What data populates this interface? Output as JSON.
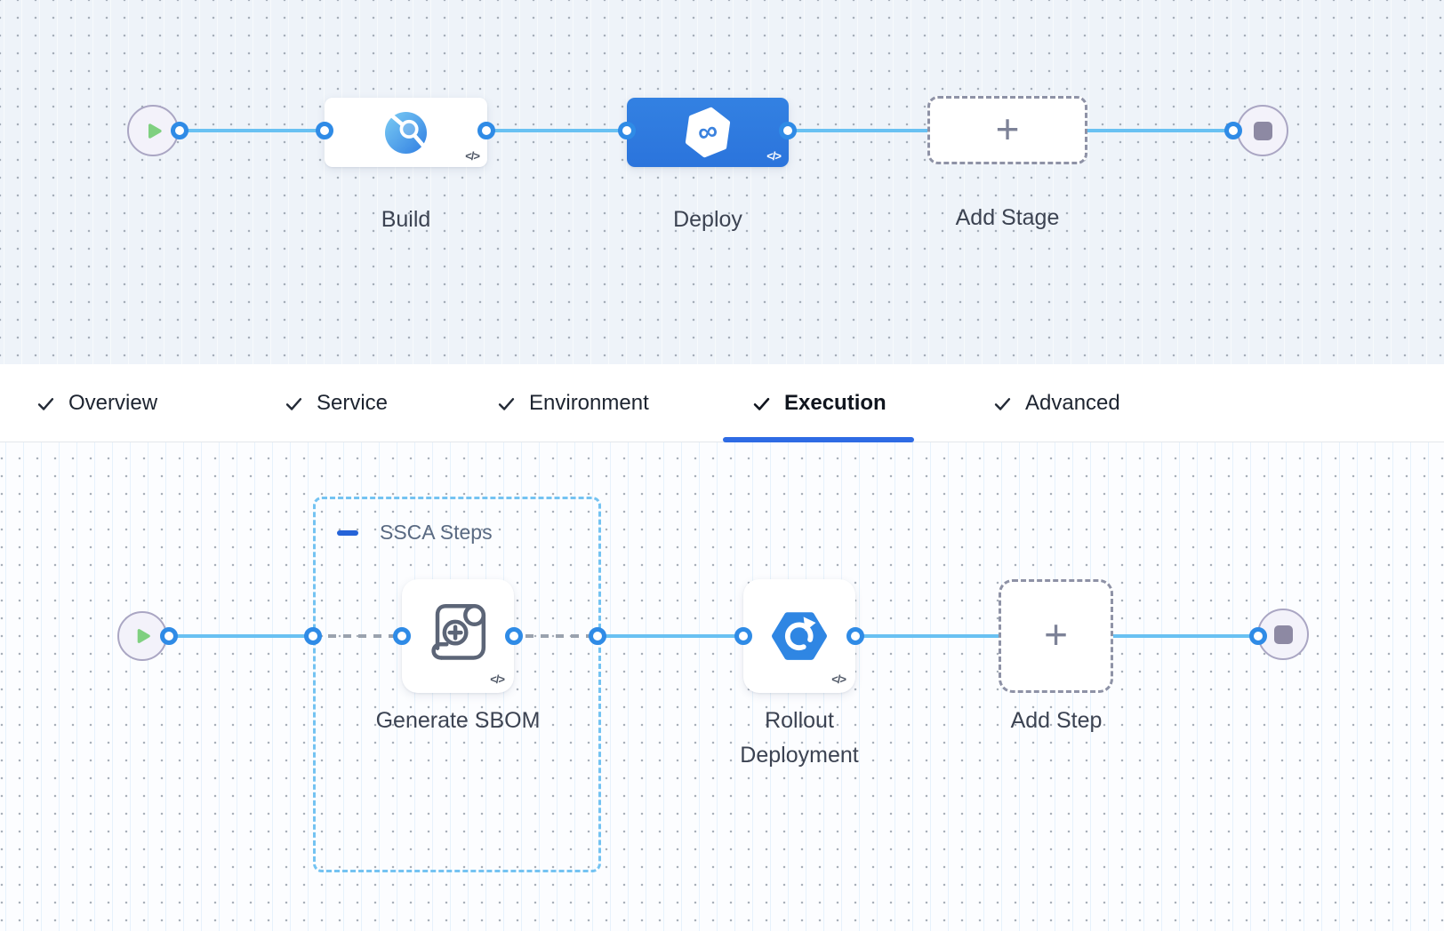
{
  "stage_pipeline": {
    "stages": [
      {
        "label": "Build"
      },
      {
        "label": "Deploy"
      }
    ],
    "add_stage_label": "Add Stage"
  },
  "tabs": {
    "items": [
      {
        "label": "Overview",
        "checked": true,
        "active": false
      },
      {
        "label": "Service",
        "checked": true,
        "active": false
      },
      {
        "label": "Environment",
        "checked": true,
        "active": false
      },
      {
        "label": "Execution",
        "checked": true,
        "active": true
      },
      {
        "label": "Advanced",
        "checked": true,
        "active": false
      }
    ]
  },
  "execution_pipeline": {
    "group_label": "SSCA Steps",
    "steps": [
      {
        "label": "Generate SBOM"
      },
      {
        "label": "Rollout Deployment"
      }
    ],
    "add_step_label": "Add Step"
  },
  "badges": {
    "code": "</>"
  },
  "glyphs": {
    "plus": "+",
    "infinity": "∞"
  },
  "colors": {
    "accent": "#2e6be4",
    "node-blue": "#2f7bdf",
    "line-blue": "#69c1f2",
    "dot-ring": "#2f8be6",
    "dashed-gray": "#9aa2ae",
    "canvas-top-bg": "#eef3f9",
    "canvas-bottom-bg": "#fcfdff",
    "label-text": "#3c4352",
    "tab-text": "#1d2430",
    "group-border": "#74c3f2",
    "play-green": "#7fd080",
    "stop-gray": "#8d89a3"
  }
}
